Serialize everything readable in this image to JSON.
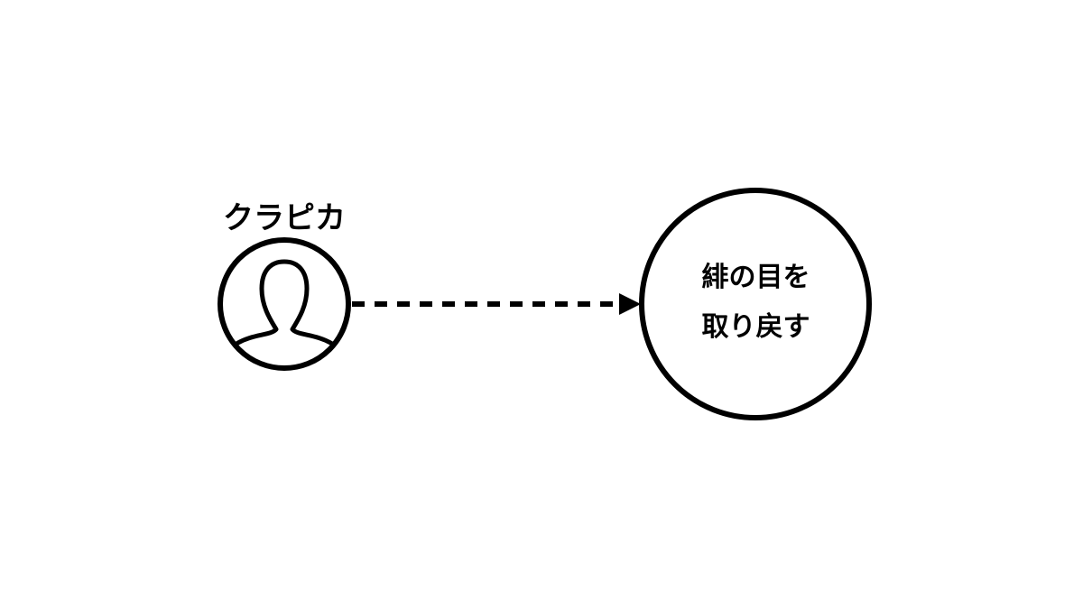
{
  "actor": {
    "name": "クラピカ",
    "icon": "person-icon"
  },
  "goal": {
    "line1": "緋の目を",
    "line2": "取り戻す"
  },
  "colors": {
    "stroke": "#000000",
    "background": "#ffffff"
  }
}
